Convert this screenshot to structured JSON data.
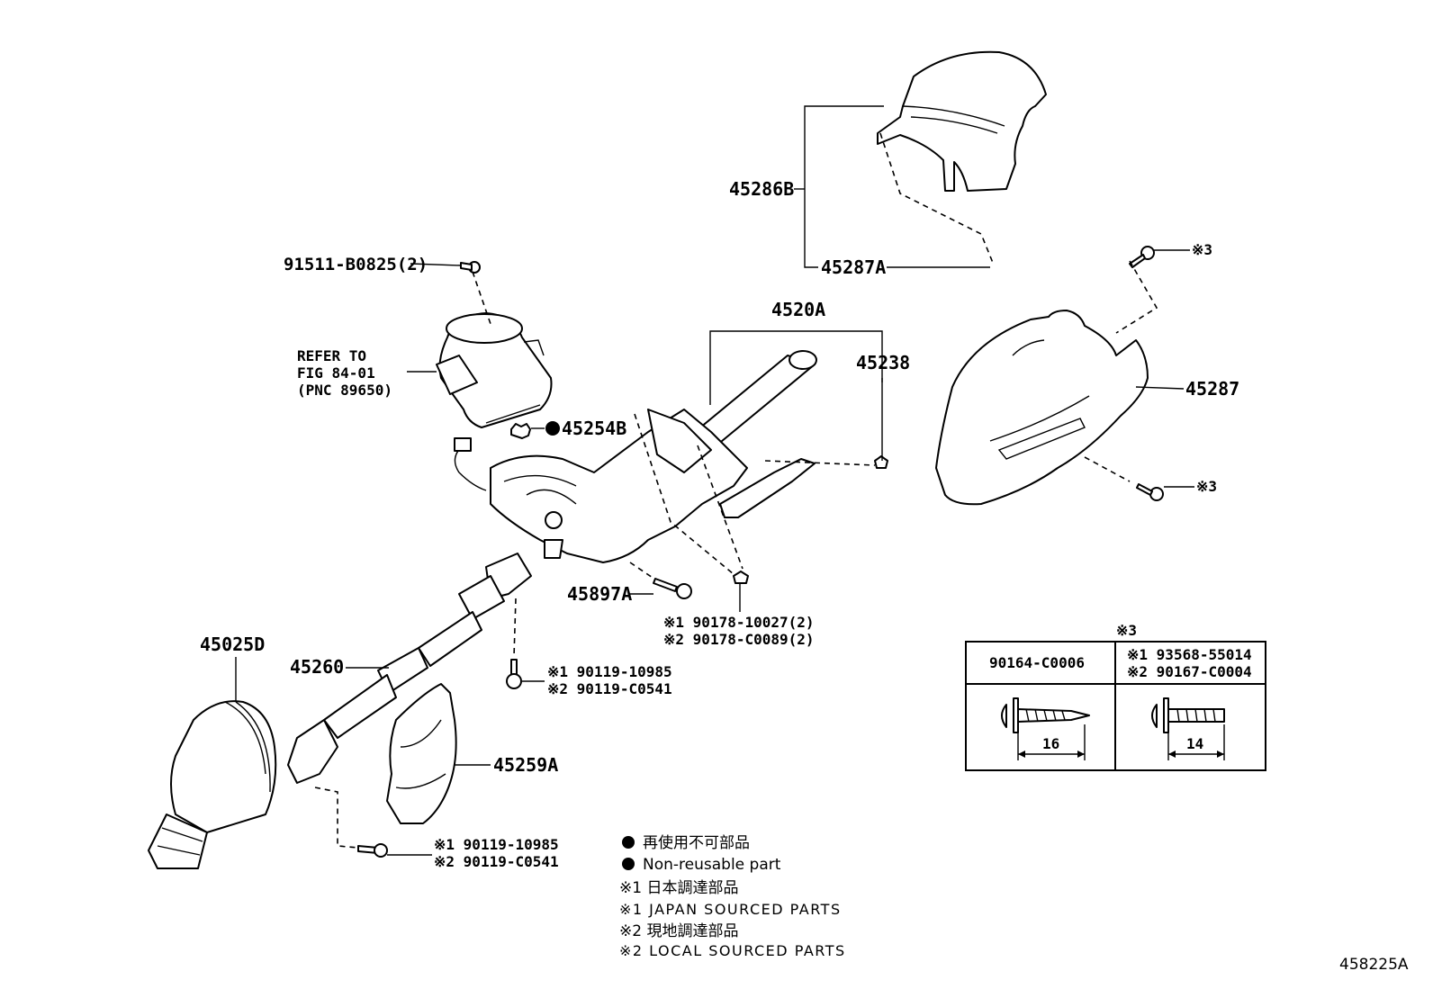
{
  "labels": {
    "p45286B": "45286B",
    "p45287A": "45287A",
    "p91511": "91511-B0825(2)",
    "refer_line1": "REFER TO",
    "refer_line2": "FIG 84-01",
    "refer_line3": "(PNC 89650)",
    "p4520A": "4520A",
    "p45238": "45238",
    "p45254B": "45254B",
    "p45287": "45287",
    "s3_top": "※3",
    "s3_bottom": "※3",
    "p45897A": "45897A",
    "p90178_1": "※1 90178-10027(2)",
    "p90178_2": "※2 90178-C0089(2)",
    "p45025D": "45025D",
    "p45260": "45260",
    "p90119a_1": "※1 90119-10985",
    "p90119a_2": "※2 90119-C0541",
    "p45259A": "45259A",
    "p90119b_1": "※1 90119-10985",
    "p90119b_2": "※2 90119-C0541",
    "figure_code": "458225A"
  },
  "table": {
    "title": "※3",
    "col1_header": "90164-C0006",
    "col2_header_line1": "※1 93568-55014",
    "col2_header_line2": "※2 90167-C0004",
    "col1_dim": "16",
    "col2_dim": "14"
  },
  "legend": {
    "jp_nonreusable": "再使用不可部品",
    "en_nonreusable": "Non-reusable part",
    "jp_japan": "※1 日本調達部品",
    "en_japan": "※1 JAPAN SOURCED PARTS",
    "jp_local": "※2 現地調達部品",
    "en_local": "※2 LOCAL SOURCED PARTS"
  }
}
